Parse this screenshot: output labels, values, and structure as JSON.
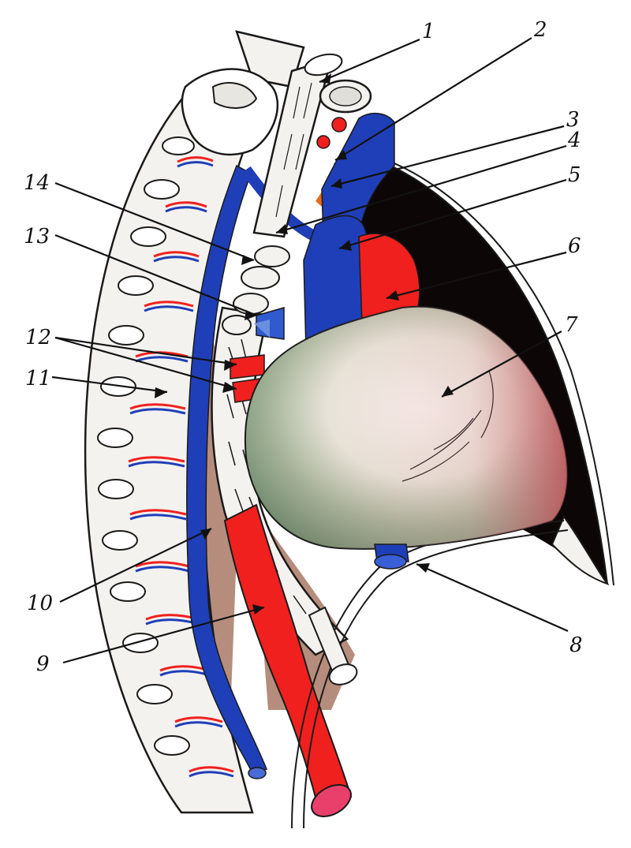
{
  "figure": {
    "title": "",
    "labels": [
      "1",
      "2",
      "3",
      "4",
      "5",
      "6",
      "7",
      "8",
      "9",
      "10",
      "11",
      "12",
      "13",
      "14"
    ]
  },
  "colors": {
    "vein": "#1f3fb8",
    "artery": "#f0201e",
    "bone": "#f4f2ee",
    "outline": "#1a1a1a",
    "heart_light": "#eef0e8",
    "heart_green": "#8fa58a",
    "heart_pink": "#d98a90",
    "lung_cavity": "#0c0606",
    "tissue_brown": "#7a2f10"
  }
}
